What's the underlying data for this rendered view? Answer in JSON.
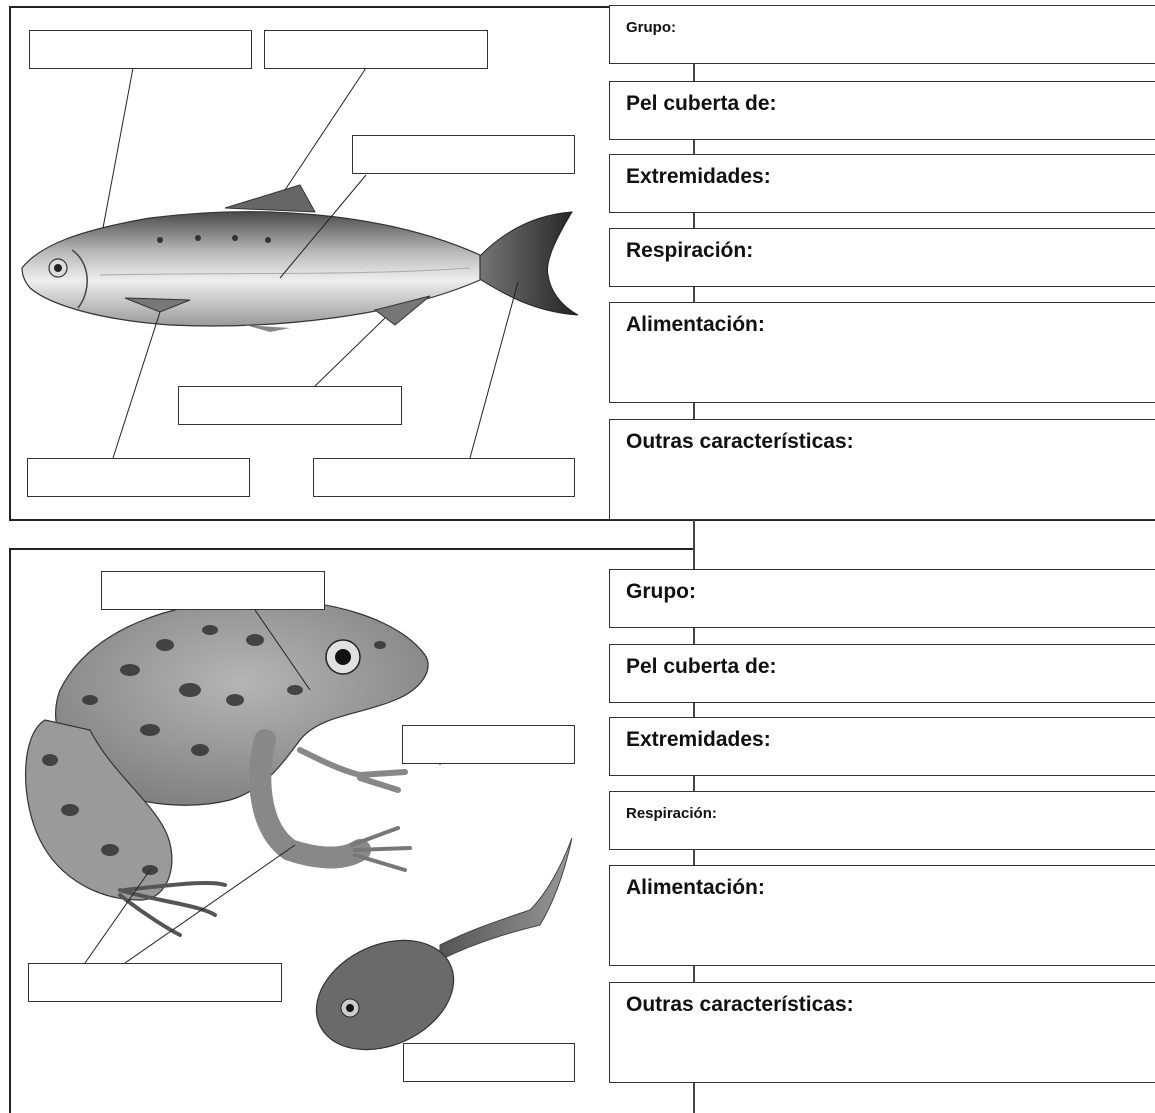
{
  "worksheet": {
    "fish_section": {
      "fields": [
        {
          "label": "Grupo:"
        },
        {
          "label": "Pel cuberta de:"
        },
        {
          "label": "Extremidades:"
        },
        {
          "label": "Respiración:"
        },
        {
          "label": "Alimentación:"
        },
        {
          "label": "Outras características:"
        }
      ]
    },
    "frog_section": {
      "fields": [
        {
          "label": "Grupo:"
        },
        {
          "label": "Pel cuberta de:"
        },
        {
          "label": "Extremidades:"
        },
        {
          "label": "Respiración:"
        },
        {
          "label": "Alimentación:"
        },
        {
          "label": "Outras características:"
        }
      ]
    }
  }
}
